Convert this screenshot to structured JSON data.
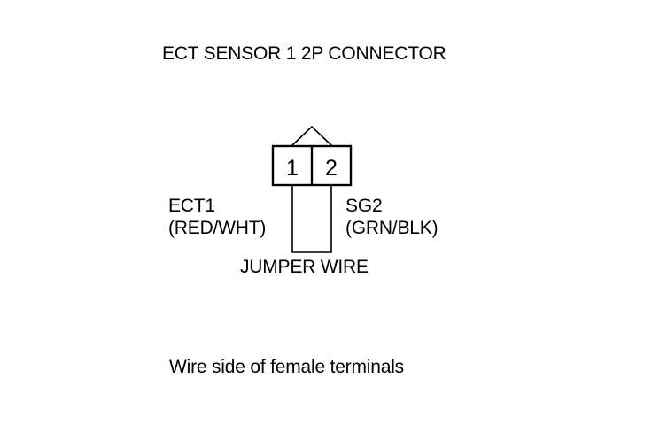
{
  "title": "ECT SENSOR 1 2P CONNECTOR",
  "connector": {
    "pins": [
      "1",
      "2"
    ]
  },
  "terminals": {
    "ect1": {
      "name": "ECT1",
      "wire_color": "(RED/WHT)"
    },
    "sg2": {
      "name": "SG2",
      "wire_color": "(GRN/BLK)"
    }
  },
  "jumper_label": "JUMPER WIRE",
  "note": "Wire side of female terminals",
  "colors": {
    "line": "#000000",
    "background": "#ffffff"
  }
}
